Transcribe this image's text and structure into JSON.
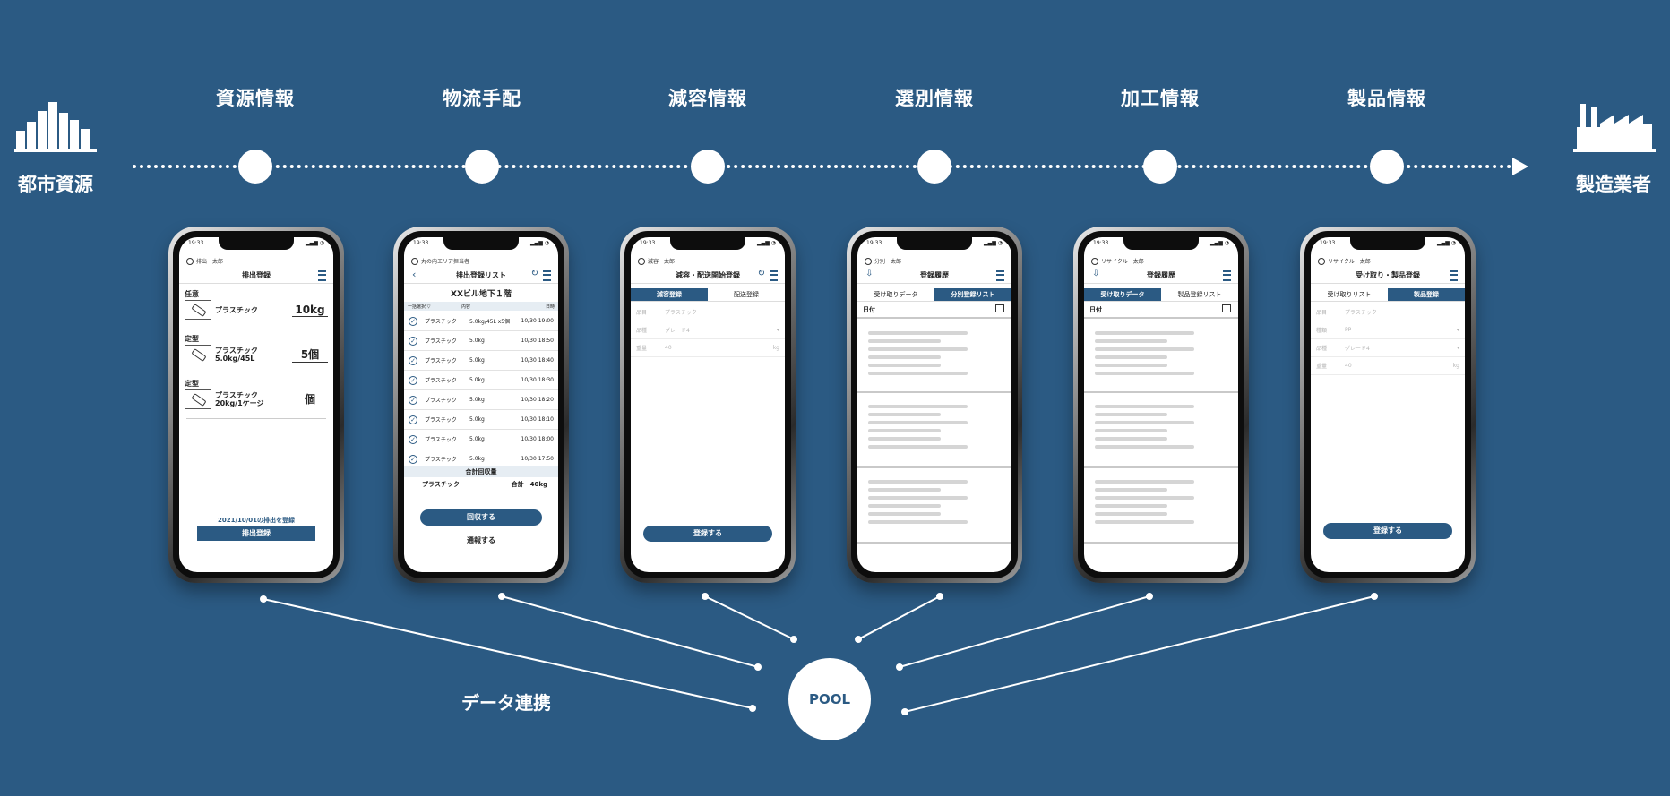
{
  "start": {
    "label": "都市資源",
    "icon": "city-buildings-icon"
  },
  "end": {
    "label": "製造業者",
    "icon": "factory-icon"
  },
  "stages": [
    "資源情報",
    "物流手配",
    "減容情報",
    "選別情報",
    "加工情報",
    "製品情報"
  ],
  "hub": {
    "label": "POOL"
  },
  "link_label": "データ連携",
  "phone1": {
    "time": "19:33",
    "user": "排出　太郎",
    "header": "排出登録",
    "items": [
      {
        "section": "任意",
        "name": "プラスチック",
        "qty": "10kg"
      },
      {
        "section": "定型",
        "name": "プラスチック 5.0kg/45L",
        "qty": "5個"
      },
      {
        "section": "定型",
        "name": "プラスチック 20kg/1ケージ",
        "qty": "個"
      }
    ],
    "note": "2021/10/01の排出を登録",
    "button": "排出登録"
  },
  "phone2": {
    "time": "19:33",
    "user": "丸の内エリア担当者",
    "header": "排出登録リスト",
    "location": "XXビル地下１階",
    "cols": [
      "一括選択 ▽",
      "内容",
      "日時"
    ],
    "rows": [
      {
        "type": "プラスチック",
        "amount": "5.0kg/45L x5個",
        "date": "10/30 19:00"
      },
      {
        "type": "プラスチック",
        "amount": "5.0kg",
        "date": "10/30 18:50"
      },
      {
        "type": "プラスチック",
        "amount": "5.0kg",
        "date": "10/30 18:40"
      },
      {
        "type": "プラスチック",
        "amount": "5.0kg",
        "date": "10/30 18:30"
      },
      {
        "type": "プラスチック",
        "amount": "5.0kg",
        "date": "10/30 18:20"
      },
      {
        "type": "プラスチック",
        "amount": "5.0kg",
        "date": "10/30 18:10"
      },
      {
        "type": "プラスチック",
        "amount": "5.0kg",
        "date": "10/30 18:00"
      },
      {
        "type": "プラスチック",
        "amount": "5.0kg",
        "date": "10/30 17:50"
      }
    ],
    "total_header": "合計回収量",
    "total_type": "プラスチック",
    "total_value": "合計　40kg",
    "button": "回収する",
    "link": "通報する"
  },
  "phone3": {
    "time": "19:33",
    "user": "減容　太郎",
    "header": "減容・配送開始登録",
    "tabs": [
      "減容登録",
      "配送登録"
    ],
    "fields": [
      {
        "label": "品目",
        "value": "プラスチック",
        "right": ""
      },
      {
        "label": "品種",
        "value": "グレード4",
        "right": "▾"
      },
      {
        "label": "重量",
        "value": "40",
        "right": "kg"
      }
    ],
    "button": "登録する"
  },
  "phone4": {
    "time": "19:33",
    "user": "分別　太郎",
    "header": "登録履歴",
    "tabs": [
      "受け取りデータ",
      "分別登録リスト"
    ],
    "filter": "日付"
  },
  "phone5": {
    "time": "19:33",
    "user": "リサイクル　太郎",
    "header": "登録履歴",
    "tabs": [
      "受け取りデータ",
      "製品登録リスト"
    ],
    "filter": "日付"
  },
  "phone6": {
    "time": "19:33",
    "user": "リサイクル　太郎",
    "header": "受け取り・製品登録",
    "tabs": [
      "受け取りリスト",
      "製品登録"
    ],
    "fields": [
      {
        "label": "品目",
        "value": "プラスチック",
        "right": ""
      },
      {
        "label": "種類",
        "value": "PP",
        "right": "▾"
      },
      {
        "label": "品種",
        "value": "グレード4",
        "right": "▾"
      },
      {
        "label": "重量",
        "value": "40",
        "right": "kg"
      }
    ],
    "button": "登録する"
  },
  "colors": {
    "background": "#2b5a83",
    "accent": "#2b5a83",
    "white": "#ffffff"
  }
}
